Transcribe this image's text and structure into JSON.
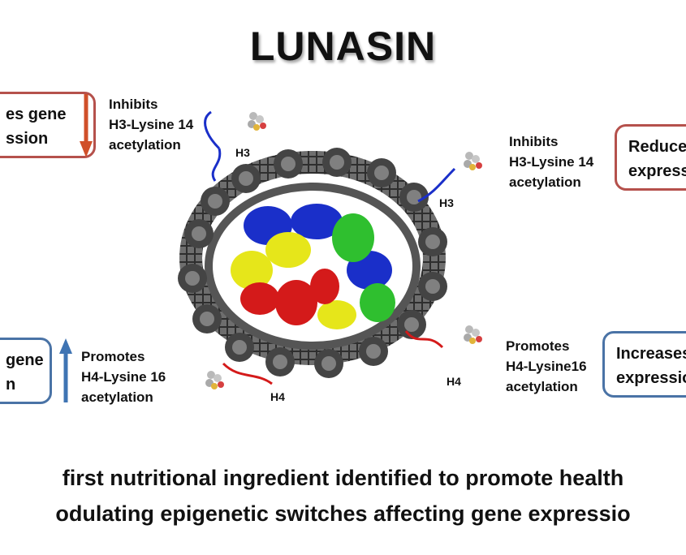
{
  "title": "LUNASIN",
  "boxes": {
    "top_left": {
      "line1": "es gene",
      "line2": "ssion"
    },
    "top_right": {
      "line1": "Reduces",
      "line2": "express"
    },
    "bottom_left": {
      "line1": "gene",
      "line2": "n"
    },
    "bottom_right": {
      "line1": "Increases",
      "line2": "expressio"
    }
  },
  "notes": {
    "top_left": {
      "line1": "Inhibits",
      "line2": "H3-Lysine 14",
      "line3": "acetylation"
    },
    "top_right": {
      "line1": "Inhibits",
      "line2": "H3-Lysine 14",
      "line3": "acetylation"
    },
    "bottom_left": {
      "line1": "Promotes",
      "line2": "H4-Lysine 16",
      "line3": "acetylation"
    },
    "bottom_right": {
      "line1": "Promotes",
      "line2": "H4-Lysine16",
      "line3": "acetylation"
    }
  },
  "histone_labels": {
    "h3_left": "H3",
    "h3_right": "H3",
    "h4_left": "H4",
    "h4_right": "H4"
  },
  "bottom_text": {
    "line1": "first nutritional ingredient identified to promote health",
    "line2": "odulating epigenetic switches affecting gene expressio"
  },
  "colors": {
    "red_box": "#b5514c",
    "blue_box": "#4a73a6",
    "down_arrow": "#d0502a",
    "up_arrow": "#3f74b3"
  },
  "icons": [
    "down-arrow-icon",
    "up-arrow-icon",
    "lunasin-molecule-icon",
    "nucleosome-structure"
  ]
}
